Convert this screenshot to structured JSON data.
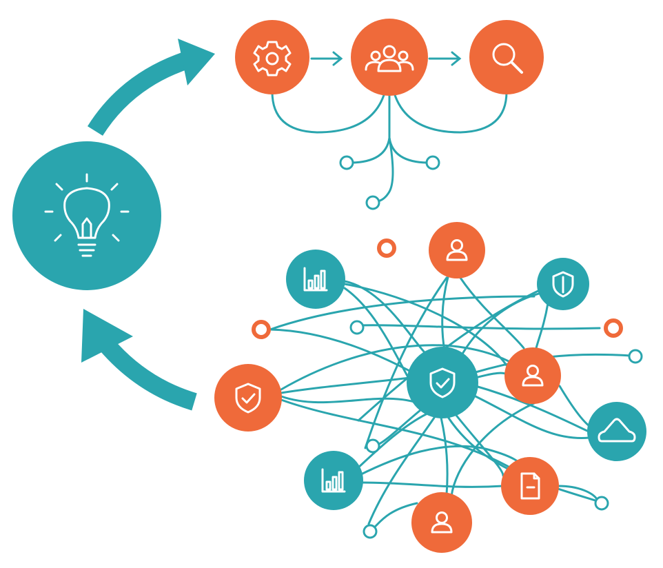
{
  "colors": {
    "teal": "#2aa5ae",
    "orange": "#ef6a3a",
    "white": "#ffffff"
  },
  "flow": [
    {
      "id": "settings",
      "icon": "gear-icon",
      "color": "#ef6a3a"
    },
    {
      "id": "team",
      "icon": "users-group-icon",
      "color": "#ef6a3a"
    },
    {
      "id": "search",
      "icon": "magnifier-icon",
      "color": "#ef6a3a"
    }
  ],
  "idea": {
    "icon": "lightbulb-icon",
    "color": "#2aa5ae"
  },
  "network": {
    "hub": {
      "icon": "shield-check-icon",
      "color": "#2aa5ae"
    },
    "nodes": [
      {
        "id": "chart-top",
        "icon": "bar-chart-icon",
        "color": "#2aa5ae"
      },
      {
        "id": "user-top",
        "icon": "user-icon",
        "color": "#ef6a3a"
      },
      {
        "id": "shield-right",
        "icon": "shield-icon",
        "color": "#2aa5ae"
      },
      {
        "id": "shield-left",
        "icon": "shield-check-icon",
        "color": "#ef6a3a"
      },
      {
        "id": "user-right",
        "icon": "user-icon",
        "color": "#ef6a3a"
      },
      {
        "id": "cloud",
        "icon": "cloud-icon",
        "color": "#2aa5ae"
      },
      {
        "id": "chart-bottom",
        "icon": "bar-chart-icon",
        "color": "#2aa5ae"
      },
      {
        "id": "document",
        "icon": "document-icon",
        "color": "#ef6a3a"
      },
      {
        "id": "user-bottom",
        "icon": "user-icon",
        "color": "#ef6a3a"
      }
    ]
  }
}
